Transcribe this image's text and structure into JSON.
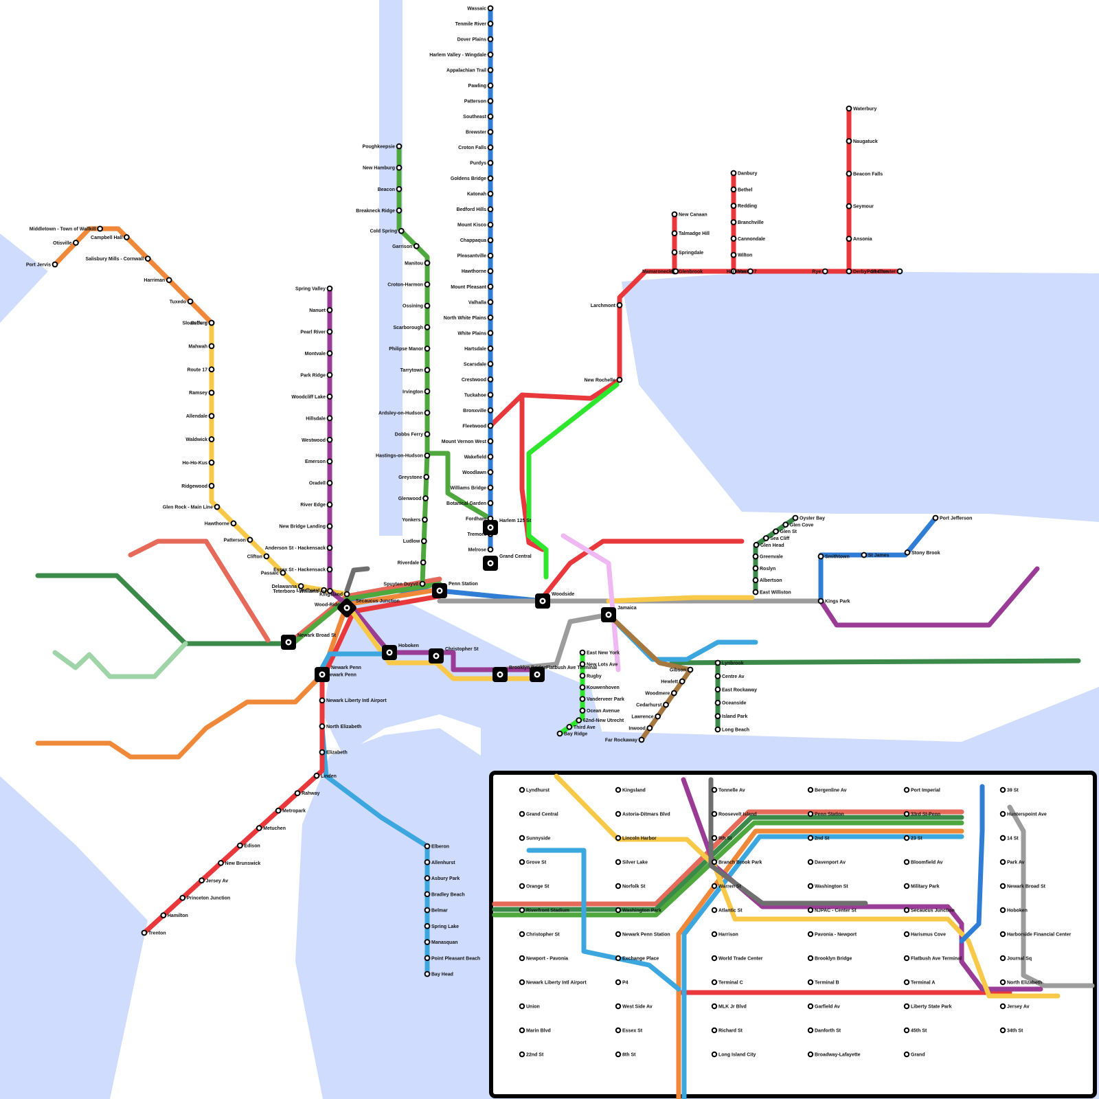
{
  "colors": {
    "water": "#cfdcfd",
    "orange_line": "#f0883a",
    "purple_line": "#9a3b95",
    "green_line": "#4fa83d",
    "blue_line": "#2f7dd4",
    "red_line": "#e8383b",
    "yellow_line": "#f8c948",
    "light_blue_line": "#a7c3e8",
    "salmon_line": "#e66a5a",
    "dark_green_line": "#3b8a4a",
    "light_green_line": "#9fd4a9",
    "sky_line": "#3ca6df",
    "bright_green_line": "#2ee62e",
    "pink_line": "#f0b8f2",
    "gray_line": "#9c9c9c",
    "dark_gray_line": "#6f6f6f",
    "brown_line": "#a57840",
    "hub": "#000000"
  },
  "lines": [
    {
      "name": "port-jervis",
      "color": "#f0883a",
      "stations": [
        {
          "label": "Port Jervis"
        },
        {
          "label": "Otisville"
        },
        {
          "label": "Middletown - Town of Wallkill"
        },
        {
          "label": "Campbell Hall"
        },
        {
          "label": "Salisbury Mills - Cornwall"
        },
        {
          "label": "Harriman"
        },
        {
          "label": "Tuxedo"
        },
        {
          "label": "Sloatsburg"
        }
      ]
    },
    {
      "name": "main-line",
      "color": "#f8c948",
      "stations": [
        {
          "label": "Suffern"
        },
        {
          "label": "Mahwah"
        },
        {
          "label": "Route 17"
        },
        {
          "label": "Ramsey"
        },
        {
          "label": "Allendale"
        },
        {
          "label": "Waldwick"
        },
        {
          "label": "Ho-Ho-Kus"
        },
        {
          "label": "Ridgewood"
        },
        {
          "label": "Glen Rock - Main Line"
        },
        {
          "label": "Hawthorne"
        },
        {
          "label": "Patterson"
        },
        {
          "label": "Clifton"
        },
        {
          "label": "Passaic"
        },
        {
          "label": "Delawanna"
        },
        {
          "label": "Lyndhurst"
        },
        {
          "label": "Kingsland"
        }
      ]
    },
    {
      "name": "pascack",
      "color": "#9a3b95",
      "stations": [
        {
          "label": "Spring Valley"
        },
        {
          "label": "Nanuet"
        },
        {
          "label": "Pearl River"
        },
        {
          "label": "Montvale"
        },
        {
          "label": "Park Ridge"
        },
        {
          "label": "Woodcliff Lake"
        },
        {
          "label": "Hillsdale"
        },
        {
          "label": "Westwood"
        },
        {
          "label": "Emerson"
        },
        {
          "label": "Oradell"
        },
        {
          "label": "River Edge"
        },
        {
          "label": "New Bridge Landing"
        },
        {
          "label": "Anderson St - Hackensack"
        },
        {
          "label": "Essex St - Hackensack"
        },
        {
          "label": "Teterboro - Williams Av"
        },
        {
          "label": "Wood-Ridge"
        }
      ]
    },
    {
      "name": "hudson",
      "color": "#4fa83d",
      "stations": [
        {
          "label": "Poughkeepsie"
        },
        {
          "label": "New Hamburg"
        },
        {
          "label": "Beacon"
        },
        {
          "label": "Breakneck Ridge"
        },
        {
          "label": "Cold Spring"
        },
        {
          "label": "Garrison"
        },
        {
          "label": "Manitou"
        },
        {
          "label": "Croton-Harmon"
        },
        {
          "label": "Ossining"
        },
        {
          "label": "Scarborough"
        },
        {
          "label": "Philipse Manor"
        },
        {
          "label": "Tarrytown"
        },
        {
          "label": "Irvington"
        },
        {
          "label": "Ardsley-on-Hudson"
        },
        {
          "label": "Dobbs Ferry"
        },
        {
          "label": "Hastings-on-Hudson"
        },
        {
          "label": "Greystone"
        },
        {
          "label": "Glenwood"
        },
        {
          "label": "Yonkers"
        },
        {
          "label": "Ludlow"
        },
        {
          "label": "Riverdale"
        },
        {
          "label": "Spuyten Duyvil"
        }
      ]
    },
    {
      "name": "harlem",
      "color": "#2f7dd4",
      "stations": [
        {
          "label": "Wassaic"
        },
        {
          "label": "Tenmile River"
        },
        {
          "label": "Dover Plains"
        },
        {
          "label": "Harlem Valley - Wingdale"
        },
        {
          "label": "Appalachian Trail"
        },
        {
          "label": "Pawling"
        },
        {
          "label": "Patterson"
        },
        {
          "label": "Southeast"
        },
        {
          "label": "Brewster"
        },
        {
          "label": "Croton Falls"
        },
        {
          "label": "Purdys"
        },
        {
          "label": "Goldens Bridge"
        },
        {
          "label": "Katonah"
        },
        {
          "label": "Bedford Hills"
        },
        {
          "label": "Mount Kisco"
        },
        {
          "label": "Chappaqua"
        },
        {
          "label": "Pleasantville"
        },
        {
          "label": "Hawthorne"
        },
        {
          "label": "Mount Pleasant"
        },
        {
          "label": "Valhalla"
        },
        {
          "label": "North White Plains"
        },
        {
          "label": "White Plains"
        },
        {
          "label": "Hartsdale"
        },
        {
          "label": "Scarsdale"
        },
        {
          "label": "Crestwood"
        },
        {
          "label": "Tuckahoe"
        },
        {
          "label": "Bronxville"
        },
        {
          "label": "Fleetwood"
        },
        {
          "label": "Mount Vernon West"
        },
        {
          "label": "Wakefield"
        },
        {
          "label": "Woodlawn"
        },
        {
          "label": "Williams Bridge"
        },
        {
          "label": "Botanical Garden"
        },
        {
          "label": "Fordham"
        },
        {
          "label": "Tremont"
        },
        {
          "label": "Melrose"
        }
      ]
    },
    {
      "name": "waterbury",
      "color": "#e8383b",
      "stations": [
        {
          "label": "Waterbury"
        },
        {
          "label": "Naugatuck"
        },
        {
          "label": "Beacon Falls"
        },
        {
          "label": "Seymour"
        },
        {
          "label": "Ansonia"
        },
        {
          "label": "Derby - Shelton"
        }
      ]
    },
    {
      "name": "danbury",
      "color": "#e8383b",
      "stations": [
        {
          "label": "Danbury"
        },
        {
          "label": "Bethel"
        },
        {
          "label": "Redding"
        },
        {
          "label": "Branchville"
        },
        {
          "label": "Cannondale"
        },
        {
          "label": "Wilton"
        },
        {
          "label": "Merritt 7"
        }
      ]
    },
    {
      "name": "new-canaan",
      "color": "#e8383b",
      "stations": [
        {
          "label": "New Canaan"
        },
        {
          "label": "Talmadge Hill"
        },
        {
          "label": "Springdale"
        },
        {
          "label": "Glenbrook"
        }
      ]
    },
    {
      "name": "new-haven",
      "color": "#e8383b",
      "stations": [
        {
          "label": "New Rochelle"
        },
        {
          "label": "Larchmont"
        },
        {
          "label": "Mamaroneck"
        },
        {
          "label": "Harrison"
        },
        {
          "label": "Rye"
        },
        {
          "label": "Port Chester"
        }
      ]
    },
    {
      "name": "port-jefferson",
      "color": "#2f7dd4",
      "stations": [
        {
          "label": "Port Jefferson"
        },
        {
          "label": "Stony Brook"
        },
        {
          "label": "St James"
        },
        {
          "label": "Smithtown"
        },
        {
          "label": "Kings Park"
        }
      ]
    },
    {
      "name": "oyster-bay",
      "color": "#3b8a4a",
      "stations": [
        {
          "label": "Oyster Bay"
        },
        {
          "label": "Glen Cove"
        },
        {
          "label": "Glen St"
        },
        {
          "label": "Sea Cliff"
        },
        {
          "label": "Glen Head"
        },
        {
          "label": "Greenvale"
        },
        {
          "label": "Roslyn"
        },
        {
          "label": "Albertson"
        },
        {
          "label": "East Williston"
        }
      ]
    },
    {
      "name": "north-jersey-coast",
      "color": "#3ca6df",
      "stations": [
        {
          "label": "Elberon"
        },
        {
          "label": "Allenhurst"
        },
        {
          "label": "Asbury Park"
        },
        {
          "label": "Bradley Beach"
        },
        {
          "label": "Belmar"
        },
        {
          "label": "Spring Lake"
        },
        {
          "label": "Manasquan"
        },
        {
          "label": "Point Pleasant Beach"
        },
        {
          "label": "Bay Head"
        }
      ]
    },
    {
      "name": "northeast-corridor",
      "color": "#e8383b",
      "stations": [
        {
          "label": "Newark Penn"
        },
        {
          "label": "Newark Liberty Intl Airport"
        },
        {
          "label": "North Elizabeth"
        },
        {
          "label": "Elizabeth"
        },
        {
          "label": "Linden"
        },
        {
          "label": "Rahway"
        },
        {
          "label": "Metropark"
        },
        {
          "label": "Metuchen"
        },
        {
          "label": "Edison"
        },
        {
          "label": "New Brunswick"
        },
        {
          "label": "Jersey Av"
        },
        {
          "label": "Princeton Junction"
        },
        {
          "label": "Hamilton"
        },
        {
          "label": "Trenton"
        }
      ]
    },
    {
      "name": "montauk",
      "color": "#3b8a4a",
      "stations": [
        {
          "label": "Lynbrook"
        },
        {
          "label": "Centre Av"
        },
        {
          "label": "East Rockaway"
        },
        {
          "label": "Oceanside"
        },
        {
          "label": "Island Park"
        },
        {
          "label": "Long Beach"
        }
      ]
    },
    {
      "name": "far-rockaway",
      "color": "#a57840",
      "stations": [
        {
          "label": "Gibson"
        },
        {
          "label": "Hewlett"
        },
        {
          "label": "Woodmere"
        },
        {
          "label": "Cedarhurst"
        },
        {
          "label": "Lawrence"
        },
        {
          "label": "Inwood"
        },
        {
          "label": "Far Rockaway"
        }
      ]
    },
    {
      "name": "subway-green",
      "color": "#2ee62e",
      "stations": [
        {
          "label": "East New York"
        },
        {
          "label": "New Lots Ave"
        },
        {
          "label": "Rugby"
        },
        {
          "label": "Kouwenhoven"
        },
        {
          "label": "Vanderveer Park"
        },
        {
          "label": "Ocean Avenue"
        },
        {
          "label": "62nd-New Utrecht"
        },
        {
          "label": "Third Ave"
        },
        {
          "label": "Bay Ridge"
        }
      ]
    }
  ],
  "hubs": [
    {
      "label": "Secaucus Junction"
    },
    {
      "label": "Hoboken"
    },
    {
      "label": "Penn Station"
    },
    {
      "label": "Grand Central"
    },
    {
      "label": "Harlem 125 St"
    },
    {
      "label": "Jamaica"
    },
    {
      "label": "Newark Penn"
    },
    {
      "label": "Newark Broad St"
    },
    {
      "label": "Christopher St"
    },
    {
      "label": "Brooklyn Bridge"
    },
    {
      "label": "Flatbush Ave Terminal"
    },
    {
      "label": "Woodside"
    }
  ],
  "inset": {
    "stations": [
      {
        "label": "Lyndhurst"
      },
      {
        "label": "Kingsland"
      },
      {
        "label": "Tonnelle Av"
      },
      {
        "label": "Bergenline Av"
      },
      {
        "label": "Port Imperial"
      },
      {
        "label": "39 St"
      },
      {
        "label": "Grand Central"
      },
      {
        "label": "Astoria-Ditmars Blvd"
      },
      {
        "label": "Roosevelt Island"
      },
      {
        "label": "Penn Station"
      },
      {
        "label": "33rd St-Penn"
      },
      {
        "label": "Hunterspoint Ave"
      },
      {
        "label": "Sunnyside"
      },
      {
        "label": "Lincoln Harbor"
      },
      {
        "label": "9th St"
      },
      {
        "label": "2nd St"
      },
      {
        "label": "23 St"
      },
      {
        "label": "14 St"
      },
      {
        "label": "Grove St"
      },
      {
        "label": "Silver Lake"
      },
      {
        "label": "Branch Brook Park"
      },
      {
        "label": "Davenport Av"
      },
      {
        "label": "Bloomfield Av"
      },
      {
        "label": "Park Av"
      },
      {
        "label": "Orange St"
      },
      {
        "label": "Norfolk St"
      },
      {
        "label": "Warren St"
      },
      {
        "label": "Washington St"
      },
      {
        "label": "Military Park"
      },
      {
        "label": "Newark Broad St"
      },
      {
        "label": "Riverfront Stadium"
      },
      {
        "label": "Washington Park"
      },
      {
        "label": "Atlantic St"
      },
      {
        "label": "NJPAC - Center St"
      },
      {
        "label": "Secaucus Junction"
      },
      {
        "label": "Hoboken"
      },
      {
        "label": "Christopher St"
      },
      {
        "label": "Newark Penn Station"
      },
      {
        "label": "Harrison"
      },
      {
        "label": "Pavonia - Newport"
      },
      {
        "label": "Harismus Cove"
      },
      {
        "label": "Harborside Financial Center"
      },
      {
        "label": "Newport - Pavonia"
      },
      {
        "label": "Exchange Place"
      },
      {
        "label": "World Trade Center"
      },
      {
        "label": "Brooklyn Bridge"
      },
      {
        "label": "Flatbush Ave Terminal"
      },
      {
        "label": "Journal Sq"
      },
      {
        "label": "Newark Liberty Intl Airport"
      },
      {
        "label": "P4"
      },
      {
        "label": "Terminal C"
      },
      {
        "label": "Terminal B"
      },
      {
        "label": "Terminal A"
      },
      {
        "label": "North Elizabeth"
      },
      {
        "label": "Union"
      },
      {
        "label": "West Side Av"
      },
      {
        "label": "MLK Jr Blvd"
      },
      {
        "label": "Garfield Av"
      },
      {
        "label": "Liberty State Park"
      },
      {
        "label": "Jersey Av"
      },
      {
        "label": "Marin Blvd"
      },
      {
        "label": "Essex St"
      },
      {
        "label": "Richard St"
      },
      {
        "label": "Danforth St"
      },
      {
        "label": "45th St"
      },
      {
        "label": "34th St"
      },
      {
        "label": "22nd St"
      },
      {
        "label": "8th St"
      },
      {
        "label": "Long Island City"
      },
      {
        "label": "Broadway-Lafayette"
      },
      {
        "label": "Grand"
      }
    ]
  }
}
